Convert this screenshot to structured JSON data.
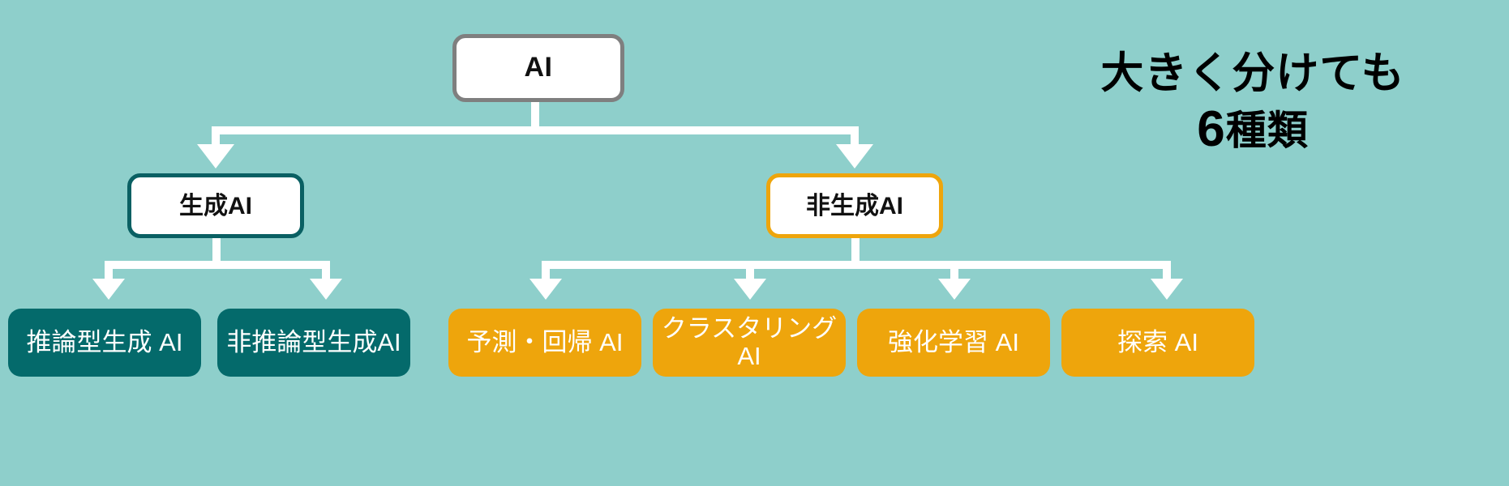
{
  "diagram": {
    "title_node": {
      "label": "AI"
    },
    "background_color": "#8ecfcb",
    "colors": {
      "background": "#8ecfcb",
      "root_border": "#7f7f7f",
      "generative_accent": "#0a6063",
      "non_generative_accent": "#eea50c",
      "teal_fill": "#046a6b",
      "orange_fill": "#eea50c",
      "connector": "#ffffff",
      "annotation_text": "#000000"
    },
    "level2": [
      {
        "label": "生成AI",
        "style": "outline-teal"
      },
      {
        "label": "非生成AI",
        "style": "outline-orange"
      }
    ],
    "level3_generative": [
      {
        "label": "推論型生成 AI",
        "style": "fill-teal"
      },
      {
        "label": "非推論型生成AI",
        "style": "fill-teal"
      }
    ],
    "level3_non_generative": [
      {
        "label": "予測・回帰 AI",
        "style": "fill-orange"
      },
      {
        "label": "クラスタリングAI",
        "style": "fill-orange"
      },
      {
        "label": "強化学習 AI",
        "style": "fill-orange"
      },
      {
        "label": "探索 AI",
        "style": "fill-orange"
      }
    ]
  },
  "annotation": {
    "line1": "大きく分けても",
    "count": "6",
    "line2_suffix": "種類"
  }
}
